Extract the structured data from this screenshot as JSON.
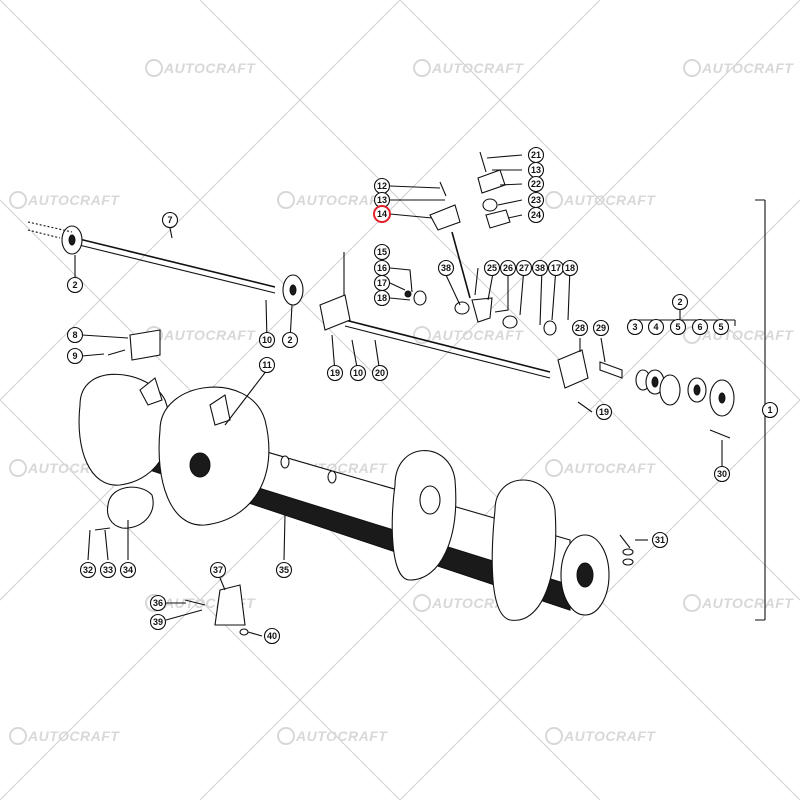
{
  "watermark": {
    "text": "AUTOCRAFT"
  },
  "highlight_color": "#e0202a",
  "callouts": [
    {
      "id": "c1",
      "label": "1"
    },
    {
      "id": "c2a",
      "label": "2"
    },
    {
      "id": "c2b",
      "label": "2"
    },
    {
      "id": "c2c",
      "label": "2"
    },
    {
      "id": "c3",
      "label": "3"
    },
    {
      "id": "c4",
      "label": "4"
    },
    {
      "id": "c5a",
      "label": "5"
    },
    {
      "id": "c5b",
      "label": "5"
    },
    {
      "id": "c6",
      "label": "6"
    },
    {
      "id": "c7",
      "label": "7"
    },
    {
      "id": "c8",
      "label": "8"
    },
    {
      "id": "c9",
      "label": "9"
    },
    {
      "id": "c10a",
      "label": "10"
    },
    {
      "id": "c10b",
      "label": "10"
    },
    {
      "id": "c11",
      "label": "11"
    },
    {
      "id": "c12",
      "label": "12"
    },
    {
      "id": "c13a",
      "label": "13"
    },
    {
      "id": "c13b",
      "label": "13"
    },
    {
      "id": "c14",
      "label": "14",
      "highlight": true
    },
    {
      "id": "c15",
      "label": "15"
    },
    {
      "id": "c16",
      "label": "16"
    },
    {
      "id": "c17a",
      "label": "17"
    },
    {
      "id": "c17b",
      "label": "17"
    },
    {
      "id": "c18a",
      "label": "18"
    },
    {
      "id": "c18b",
      "label": "18"
    },
    {
      "id": "c19a",
      "label": "19"
    },
    {
      "id": "c19b",
      "label": "19"
    },
    {
      "id": "c20",
      "label": "20"
    },
    {
      "id": "c21",
      "label": "21"
    },
    {
      "id": "c22",
      "label": "22"
    },
    {
      "id": "c23",
      "label": "23"
    },
    {
      "id": "c24",
      "label": "24"
    },
    {
      "id": "c25",
      "label": "25"
    },
    {
      "id": "c26",
      "label": "26"
    },
    {
      "id": "c27",
      "label": "27"
    },
    {
      "id": "c28",
      "label": "28"
    },
    {
      "id": "c29",
      "label": "29"
    },
    {
      "id": "c30",
      "label": "30"
    },
    {
      "id": "c31",
      "label": "31"
    },
    {
      "id": "c32",
      "label": "32"
    },
    {
      "id": "c33",
      "label": "33"
    },
    {
      "id": "c34",
      "label": "34"
    },
    {
      "id": "c35",
      "label": "35"
    },
    {
      "id": "c36",
      "label": "36"
    },
    {
      "id": "c37",
      "label": "37"
    },
    {
      "id": "c38a",
      "label": "38"
    },
    {
      "id": "c38b",
      "label": "38"
    },
    {
      "id": "c39",
      "label": "39"
    },
    {
      "id": "c40",
      "label": "40"
    }
  ]
}
